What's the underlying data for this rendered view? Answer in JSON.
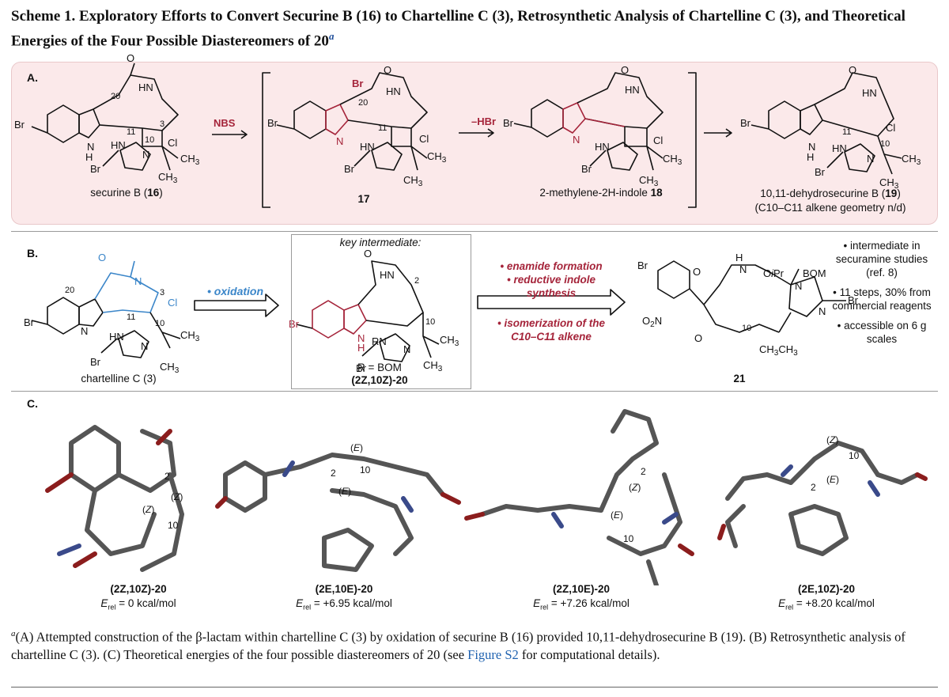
{
  "title": {
    "text": "Scheme 1. Exploratory Efforts to Convert Securine B (16) to Chartelline C (3), Retrosynthetic Analysis of Chartelline C (3), and Theoretical Energies of the Four Possible Diastereomers of 20",
    "sup": "a"
  },
  "panel_a": {
    "label": "A.",
    "compounds": [
      {
        "name": "securine B (",
        "num": "16",
        "suffix": ")"
      },
      {
        "num": "17"
      },
      {
        "name": "2-methylene-2H-indole ",
        "num": "18"
      },
      {
        "name": "10,11-dehydrosecurine B (",
        "num": "19",
        "suffix": ")",
        "note": "(C10–C11 alkene geometry n/d)"
      }
    ],
    "reagents": [
      "NBS",
      "–HBr"
    ]
  },
  "panel_b": {
    "label": "B.",
    "chartelline_caption": "chartelline C (3)",
    "oxidation": "• oxidation",
    "key_intermediate": "key intermediate:",
    "r_group": "R = BOM",
    "intermediate_name": "(2Z,10Z)-20",
    "retro_steps": [
      "• enamide formation",
      "• reductive indole",
      "synthesis",
      "• isomerization of the",
      "C10–C11 alkene"
    ],
    "compound_21": "21",
    "notes": [
      "• intermediate in",
      "securamine studies",
      "(ref. 8)",
      "• 11 steps, 30% from",
      "commercial reagents",
      "• accessible on 6 g",
      "scales"
    ]
  },
  "panel_c": {
    "label": "C.",
    "conformers": [
      {
        "name": "(2Z,10Z)-20",
        "energy": "= 0 kcal/mol"
      },
      {
        "name": "(2E,10E)-20",
        "energy": "= +6.95 kcal/mol"
      },
      {
        "name": "(2Z,10E)-20",
        "energy": "= +7.26 kcal/mol"
      },
      {
        "name": "(2E,10Z)-20",
        "energy": "= +8.20 kcal/mol"
      }
    ]
  },
  "footnote": {
    "sup": "a",
    "text_1": "(A) Attempted construction of the β-lactam within chartelline C (3) by oxidation of securine B (16) provided 10,11-dehydrosecurine B (19). (B) Retrosynthetic analysis of chartelline C (3). (C) Theoretical energies of the four possible diastereomers of 20 (see ",
    "link": "Figure S2",
    "text_2": " for computational details)."
  },
  "colors": {
    "accent_red": "#a5243a",
    "accent_blue": "#3b86c9",
    "panel_bg": "#fbe9ea",
    "link": "#1f62b0"
  }
}
